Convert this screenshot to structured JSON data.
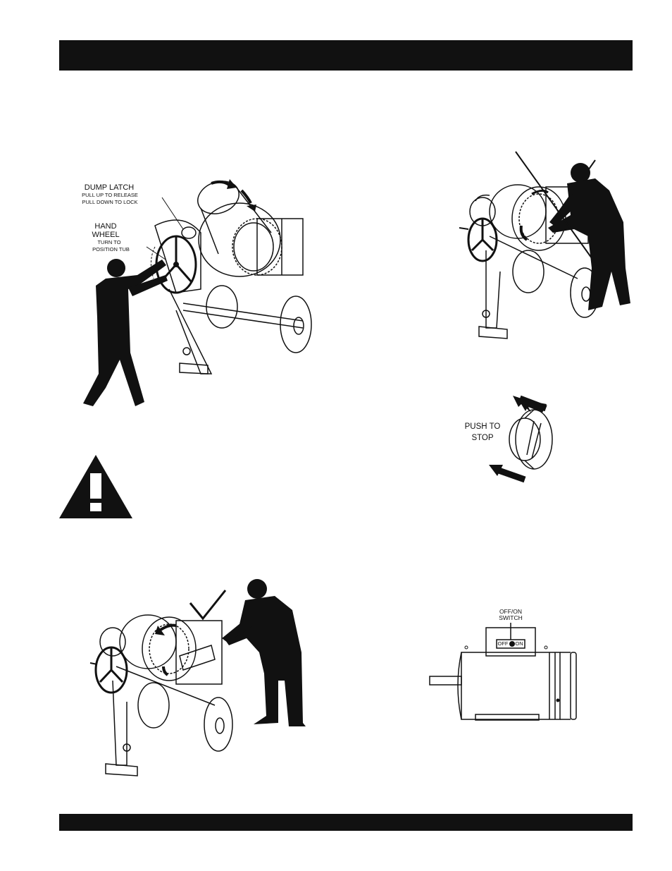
{
  "figures": {
    "dump": {
      "latch_title": "DUMP LATCH",
      "latch_line1": "PULL UP TO RELEASE",
      "latch_line2": "PULL DOWN TO LOCK",
      "wheel_title1": "HAND",
      "wheel_title2": "WHEEL",
      "wheel_line1": "TURN TO",
      "wheel_line2": "POSITION TUB"
    },
    "stop": {
      "line1": "PUSH TO",
      "line2": "STOP"
    },
    "motor": {
      "title1": "OFF/ON",
      "title2": "SWITCH",
      "off": "OFF",
      "on": "ON"
    }
  },
  "colors": {
    "ink": "#111111",
    "paper": "#ffffff"
  }
}
